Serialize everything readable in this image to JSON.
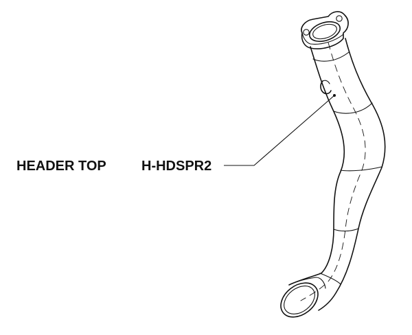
{
  "part_callout": {
    "name": "HEADER TOP",
    "part_number": "H-HDSPR2"
  },
  "drawing": {
    "subject": "header-top-pipe",
    "line_color": "#111111",
    "background": "#ffffff"
  }
}
